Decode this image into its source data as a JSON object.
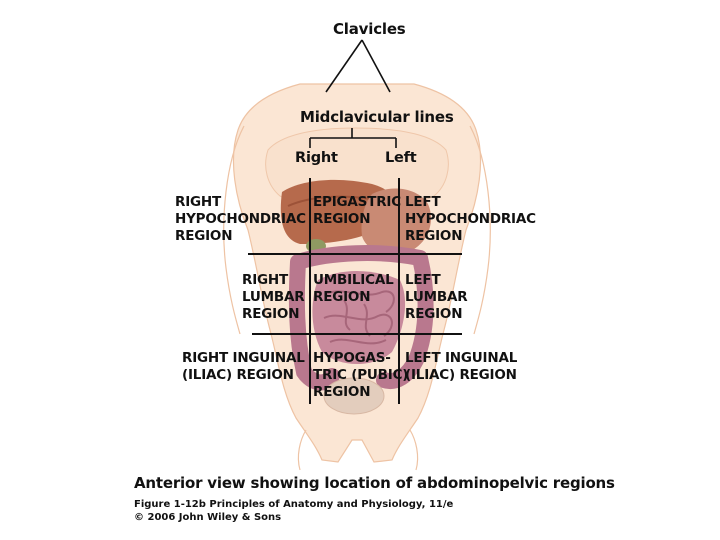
{
  "labels": {
    "clavicles": "Clavicles",
    "midclavicular_lines": "Midclavicular lines",
    "right": "Right",
    "left": "Left"
  },
  "regions": {
    "right_hypochondriac": "RIGHT\nHYPOCHONDRIAC\nREGION",
    "epigastric": "EPIGASTRIC\nREGION",
    "left_hypochondriac": "LEFT\nHYPOCHONDRIAC\nREGION",
    "right_lumbar": "RIGHT\nLUMBAR\nREGION",
    "umbilical": "UMBILICAL\nREGION",
    "left_lumbar": "LEFT\nLUMBAR\nREGION",
    "right_inguinal": "RIGHT INGUINAL\n(ILIAC) REGION",
    "hypogastric": "HYPOGAS-\nTRIC (PUBIC)\nREGION",
    "left_inguinal": "LEFT INGUINAL\n(ILIAC) REGION"
  },
  "caption": {
    "title": "Anterior view showing location of abdominopelvic regions",
    "figure": "Figure 1-12b  Principles of Anatomy and Physiology, 11/e",
    "copyright": "© 2006 John Wiley & Sons"
  },
  "colors": {
    "skin": "#f8dcc4",
    "skin_outline": "#e9b896",
    "liver": "#b66a4c",
    "stomach": "#c98a74",
    "intestine": "#b9788e",
    "small_intestine": "#c88a9c",
    "bladder": "#e3cdbd",
    "lines": "#111111"
  }
}
